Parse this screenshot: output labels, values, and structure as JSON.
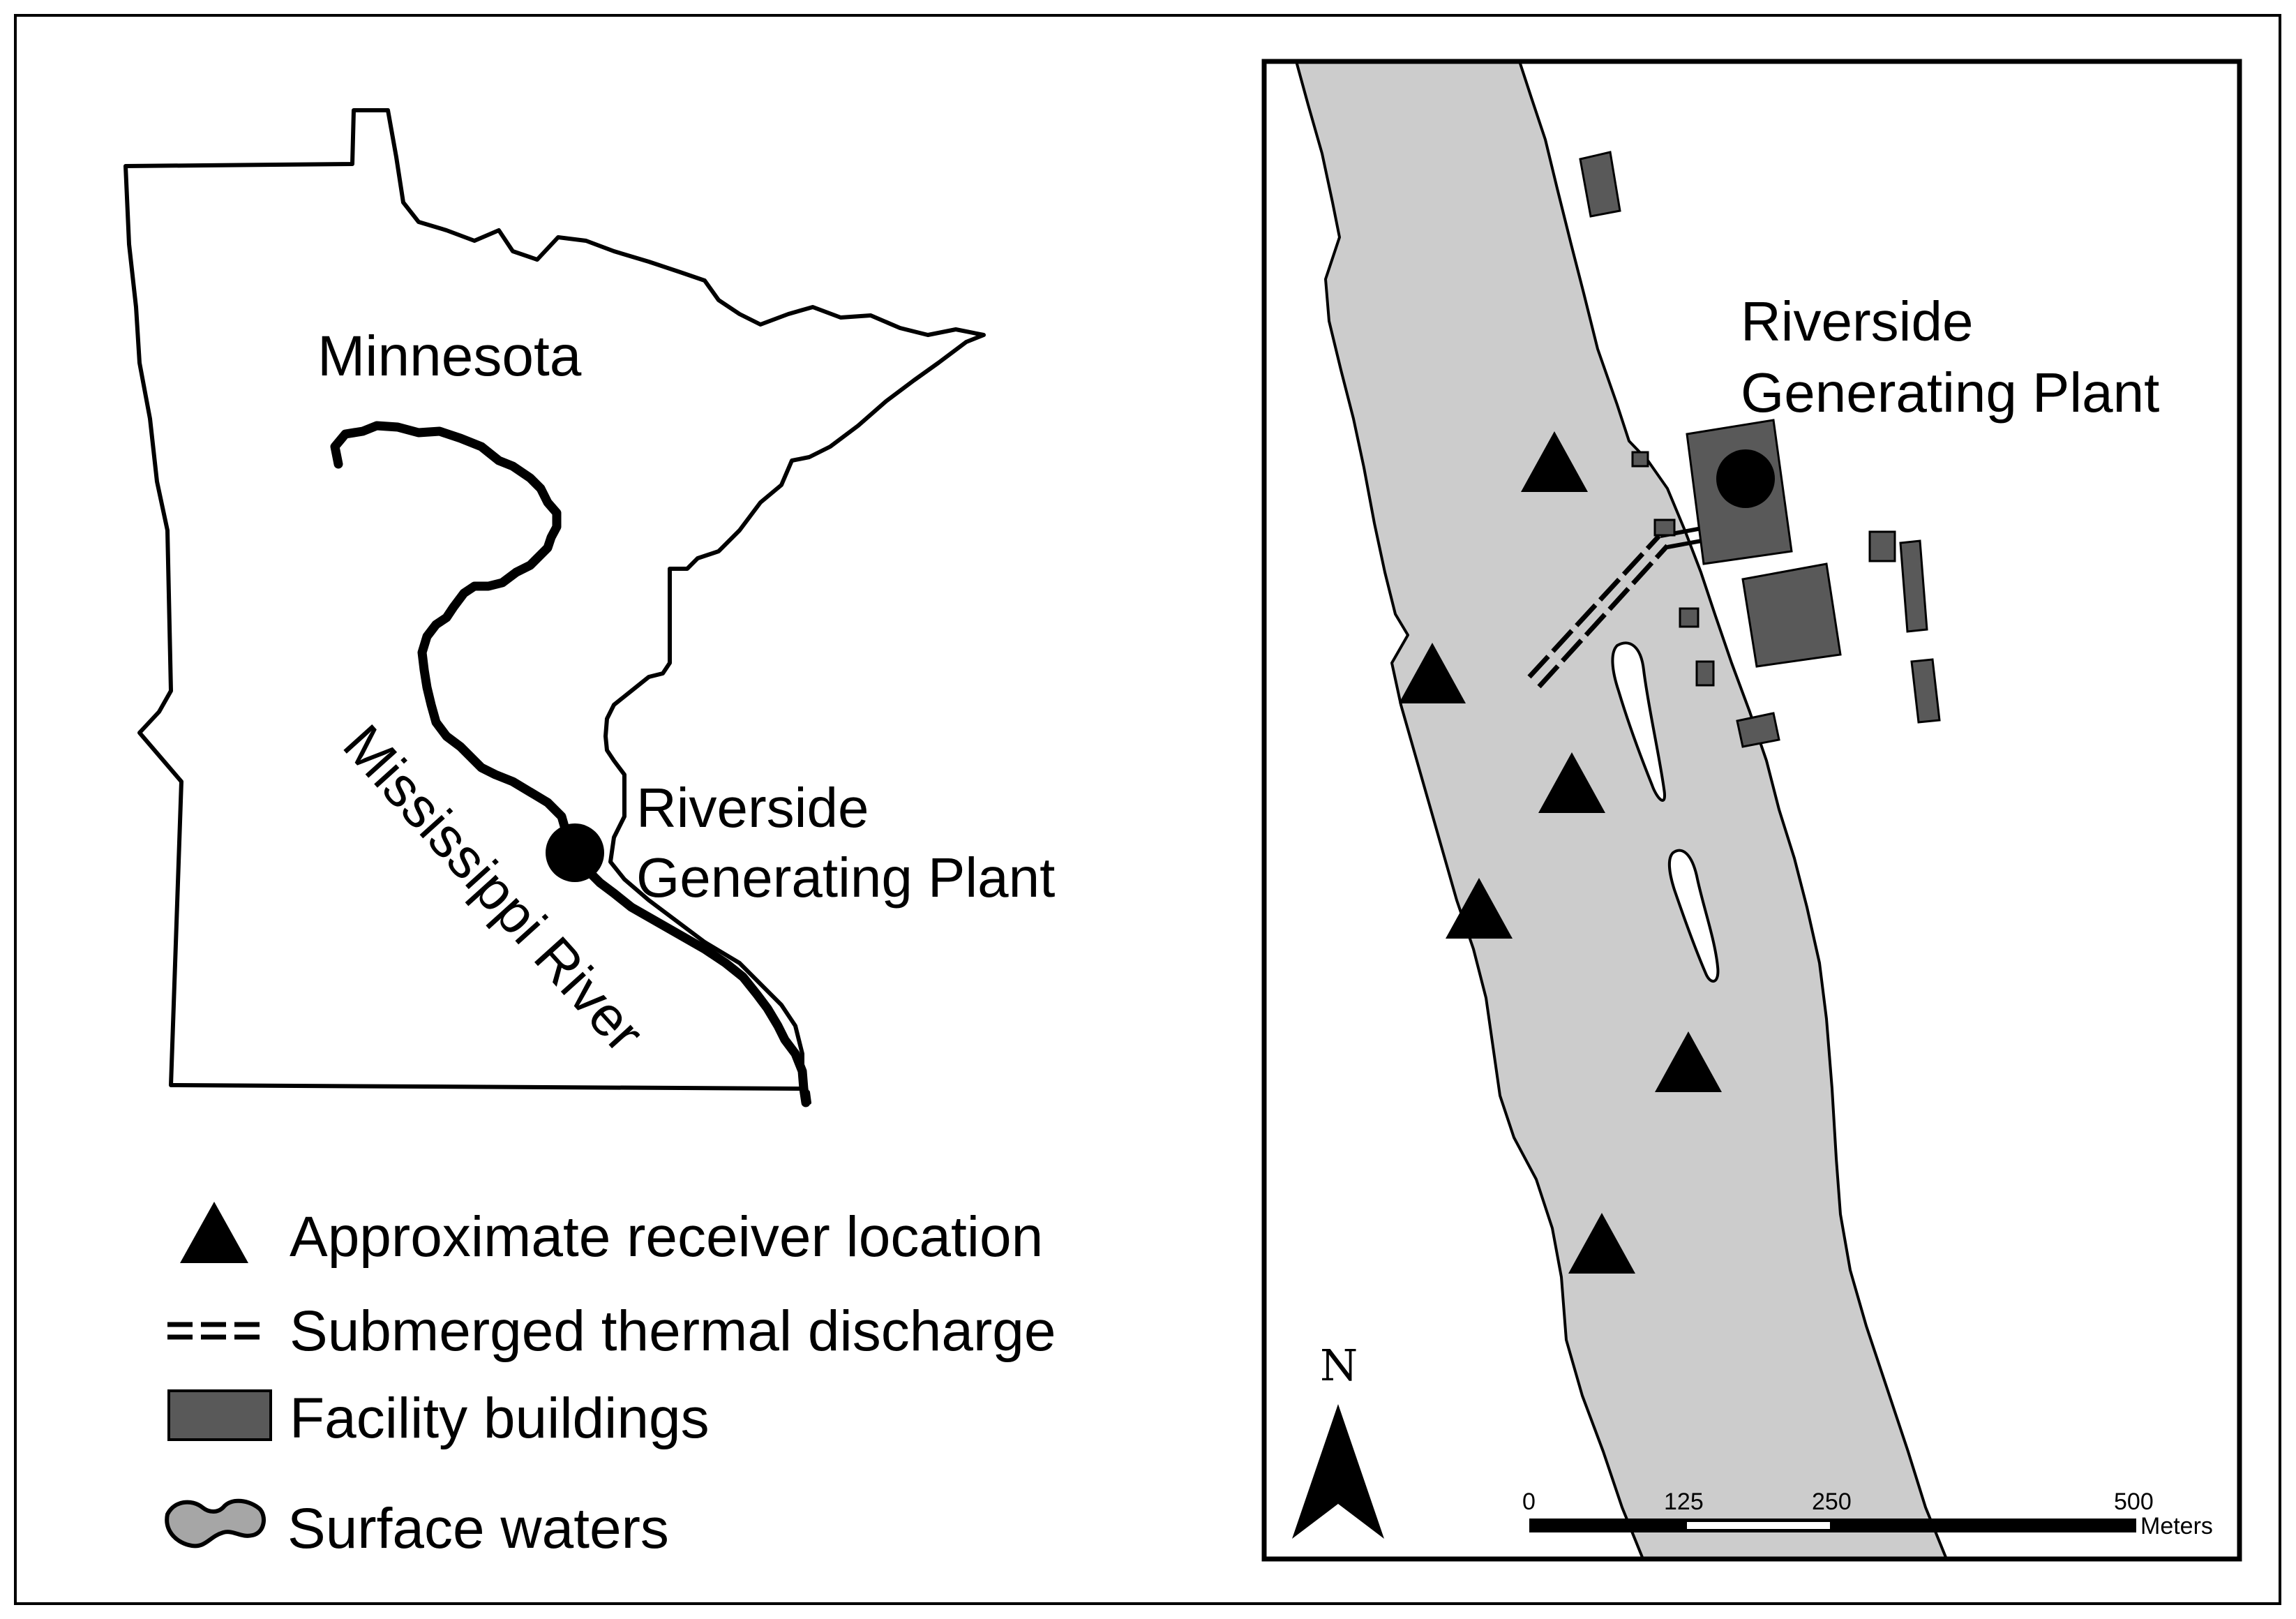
{
  "state_map": {
    "state_label": "Minnesota",
    "river_label": "Mississippi River",
    "plant_label_line1": "Riverside",
    "plant_label_line2": "Generating Plant"
  },
  "detail_map": {
    "plant_label_line1": "Riverside",
    "plant_label_line2": "Generating Plant",
    "north_label": "N",
    "scale_bar": {
      "ticks": [
        "0",
        "125",
        "250",
        "500"
      ],
      "units": "Meters"
    }
  },
  "legend": {
    "items": [
      {
        "label": "Approximate receiver location",
        "icon": "receiver-triangle-icon"
      },
      {
        "label": "Submerged thermal discharge",
        "icon": "discharge-dashed-line-icon"
      },
      {
        "label": "Facility buildings",
        "icon": "building-rectangle-icon"
      },
      {
        "label": "Surface waters",
        "icon": "surface-water-icon"
      }
    ]
  },
  "colors": {
    "water": "#cccccc",
    "buildings": "#595959",
    "outline": "#000000",
    "background": "#ffffff"
  }
}
